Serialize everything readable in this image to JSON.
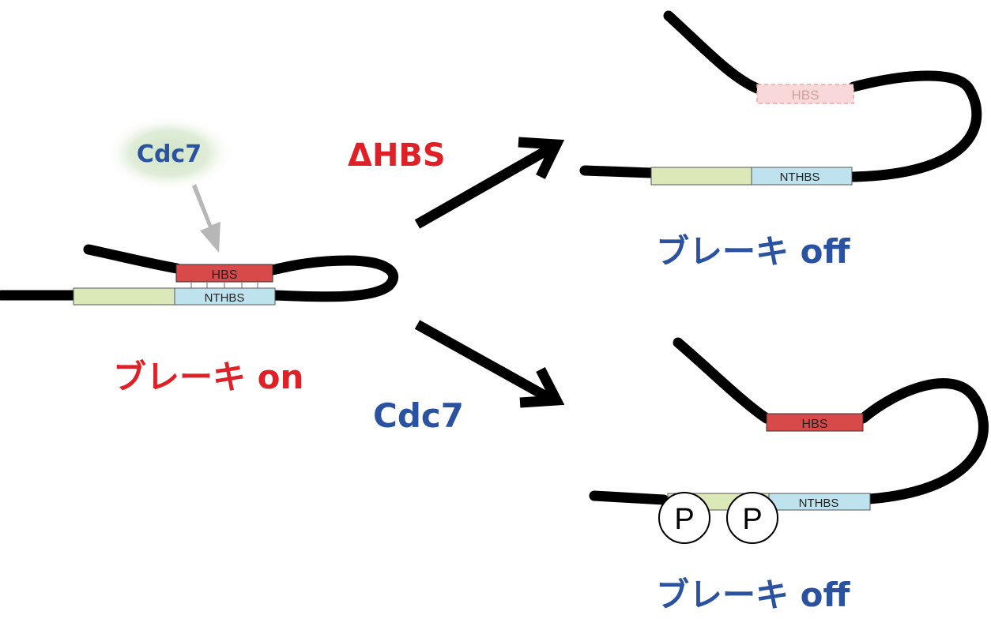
{
  "colors": {
    "strand": "#000000",
    "hbs_red": "#d84a4a",
    "hbs_red_text": "#222222",
    "hbs_faded_fill": "#f8d8d8",
    "hbs_faded_stroke": "#e8a8a8",
    "hbs_faded_text": "#d0a0a0",
    "nthbs_blue": "#bfe3ee",
    "nthbs_green": "#dbe9b8",
    "label_red": "#e02027",
    "label_blue": "#2a52a0",
    "gray_arrow": "#b7b7b7",
    "cdc7_bubble": "#cfe3c6"
  },
  "left": {
    "cdc7_bubble_label": "Cdc7",
    "hbs_label": "HBS",
    "nthbs_label": "NTHBS",
    "state_label": "ブレーキ on"
  },
  "arrows": {
    "upper_label": "ΔHBS",
    "lower_label": "Cdc7"
  },
  "top_right": {
    "hbs_label": "HBS",
    "nthbs_label": "NTHBS",
    "state_label": "ブレーキ off"
  },
  "bottom_right": {
    "hbs_label": "HBS",
    "nthbs_label": "NTHBS",
    "phospho_labels": [
      "P",
      "P"
    ],
    "state_label": "ブレーキ off"
  }
}
